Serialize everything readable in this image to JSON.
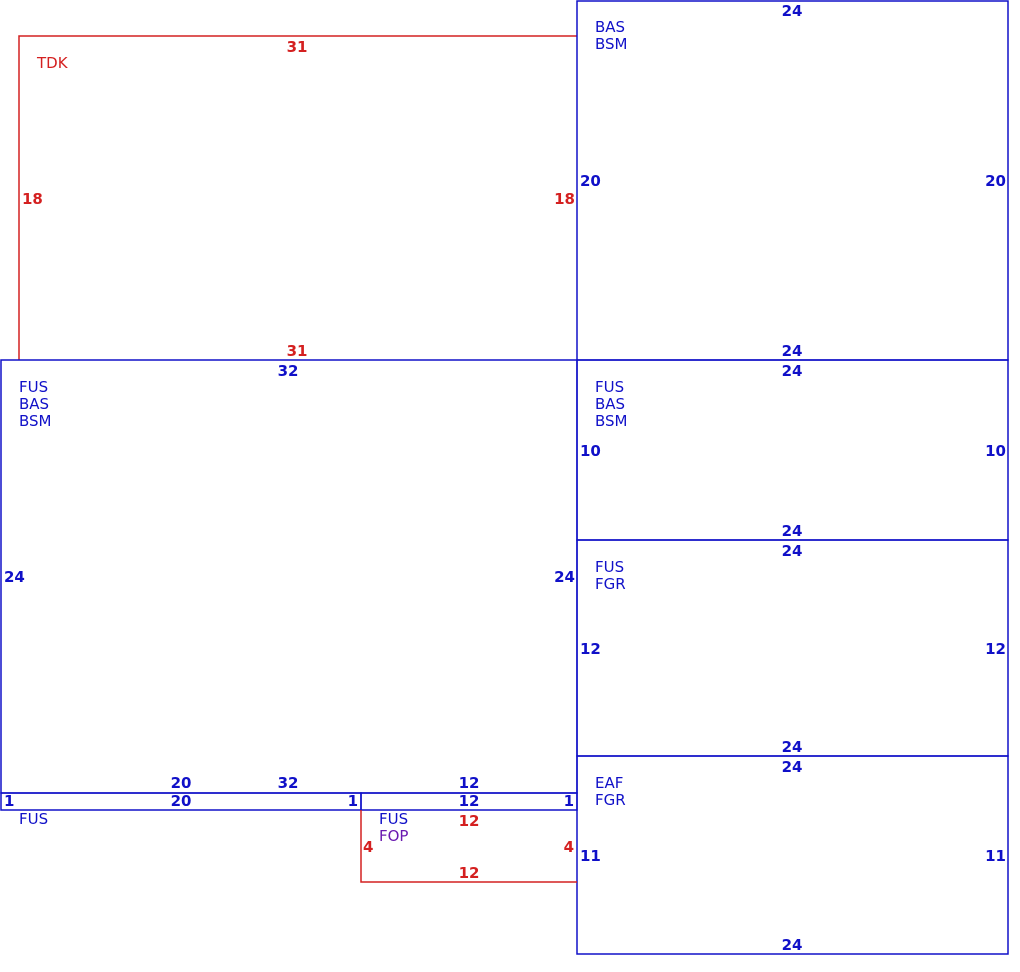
{
  "colors": {
    "blue": "#1010c8",
    "red": "#d42020",
    "purple": "#6a1ab0"
  },
  "rooms": [
    {
      "id": "tdk",
      "color": "red",
      "labels": [
        "TDK"
      ],
      "dims": {
        "top": "31",
        "bottom": "31",
        "left": "18",
        "right": "18"
      }
    },
    {
      "id": "bas-bsm-upper",
      "color": "blue",
      "labels": [
        "BAS",
        "BSM"
      ],
      "dims": {
        "top": "24",
        "bottom": "24",
        "left": "20",
        "right": "20"
      }
    },
    {
      "id": "fus-bas-bsm-main",
      "color": "blue",
      "labels": [
        "FUS",
        "BAS",
        "BSM"
      ],
      "dims": {
        "top": "32",
        "bottom": "32",
        "left": "24",
        "right": "24"
      }
    },
    {
      "id": "fus-bas-bsm-right",
      "color": "blue",
      "labels": [
        "FUS",
        "BAS",
        "BSM"
      ],
      "dims": {
        "top": "24",
        "bottom": "24",
        "left": "10",
        "right": "10"
      }
    },
    {
      "id": "fus-fgr",
      "color": "blue",
      "labels": [
        "FUS",
        "FGR"
      ],
      "dims": {
        "top": "24",
        "bottom": "24",
        "left": "12",
        "right": "12"
      }
    },
    {
      "id": "eaf-fgr",
      "color": "blue",
      "labels": [
        "EAF",
        "FGR"
      ],
      "dims": {
        "top": "24",
        "bottom": "24",
        "left": "11",
        "right": "11"
      }
    },
    {
      "id": "fus-strip-left",
      "color": "blue",
      "labels": [
        "FUS"
      ],
      "dims": {
        "top": "20",
        "bottom": "20",
        "left": "1",
        "right": "1"
      }
    },
    {
      "id": "strip-mid",
      "color": "blue",
      "labels": [],
      "dims": {
        "top": "12",
        "bottom": "12",
        "right": "1"
      }
    },
    {
      "id": "fus-fop",
      "color": "red",
      "labels": [
        "FUS",
        "FOP"
      ],
      "label_colors": [
        "blue",
        "purple"
      ],
      "dims": {
        "top": "12",
        "bottom": "12",
        "left": "4",
        "right": "4"
      }
    }
  ]
}
